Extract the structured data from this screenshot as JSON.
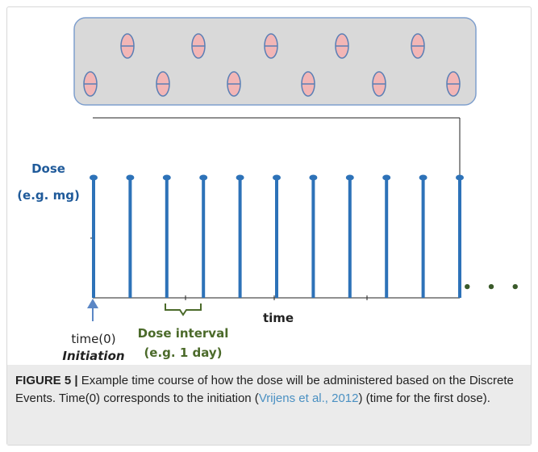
{
  "figure": {
    "dose_label_line1": "Dose",
    "dose_label_line2": "(e.g. mg)",
    "time_axis_label": "time",
    "origin_label": "time(0)",
    "initiation_label": "Initiation",
    "interval_label_line1": "Dose interval",
    "interval_label_line2": "(e.g. 1 day)",
    "ellipsis": "• • •",
    "pill_count": 11,
    "dose_count": 11,
    "colors": {
      "dose_line": "#2d72b8",
      "dose_text": "#1f5a9a",
      "interval_text": "#4b6a2a",
      "pill_fill": "#f2b6b6",
      "pill_stroke": "#5a7fb5",
      "tray_fill": "#d9d9d9",
      "tray_stroke": "#7f9fcd",
      "ellipsis": "#3a5a2a"
    }
  },
  "caption": {
    "label": "FIGURE 5 |",
    "text_before": " Example time course of how the dose will be administered based on the Discrete Events. Time(0) corresponds to the initiation (",
    "citation": "Vrijens et al., 2012",
    "text_after": ") (time for the first dose)."
  }
}
